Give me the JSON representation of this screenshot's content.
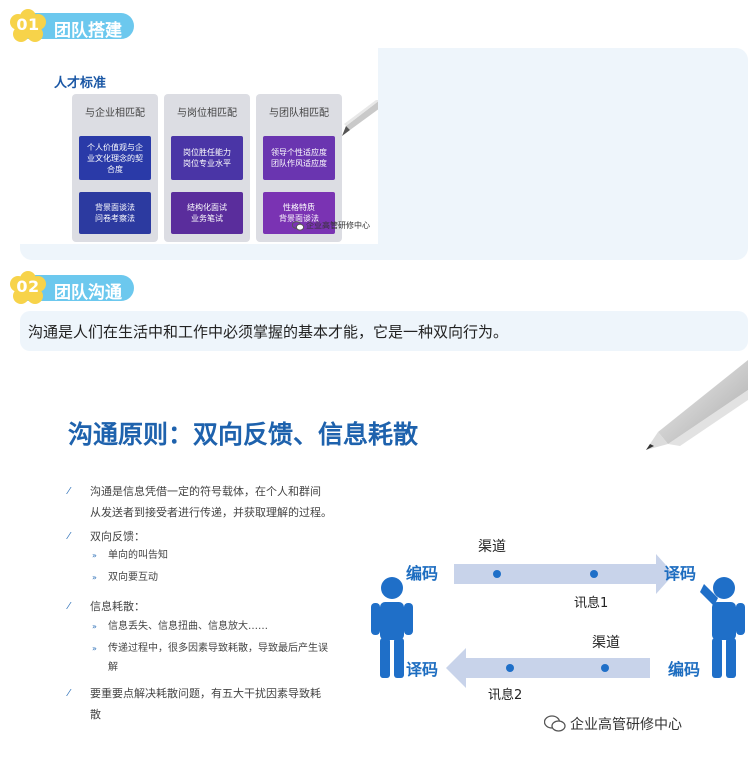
{
  "section1": {
    "number": "01",
    "title": "团队搭建",
    "slide": {
      "heading": "人才标准",
      "columns": [
        {
          "title": "与企业相匹配",
          "boxes": [
            [
              "个人价值观与企",
              "业文化理念的契",
              "合度"
            ],
            [
              "背景面谈法",
              "问卷考察法"
            ]
          ]
        },
        {
          "title": "与岗位相匹配",
          "boxes": [
            [
              "岗位胜任能力",
              "岗位专业水平"
            ],
            [
              "结构化面试",
              "业务笔试"
            ]
          ]
        },
        {
          "title": "与团队相匹配",
          "boxes": [
            [
              "领导个性适应度",
              "团队作风适应度"
            ],
            [
              "性格特质",
              "背景面谈法"
            ]
          ]
        }
      ],
      "watermark": "企业高管研修中心"
    }
  },
  "section2": {
    "number": "02",
    "title": "团队沟通",
    "text": "沟通是人们在生活中和工作中必须掌握的基本才能，它是一种双向行为。"
  },
  "slide2": {
    "title": "沟通原则：双向反馈、信息耗散",
    "bullets": [
      {
        "lines": [
          "沟通是信息凭借一定的符号载体，在个人和群间",
          "从发送者到接受者进行传递，并获取理解的过程。"
        ]
      },
      {
        "lines": [
          "双向反馈："
        ],
        "subs": [
          [
            "单向的叫告知"
          ],
          [
            "双向要互动"
          ]
        ]
      },
      {
        "lines": [
          "信息耗散："
        ],
        "subs": [
          [
            "信息丢失、信息扭曲、信息放大……"
          ],
          [
            "传递过程中，很多因素导致耗散，导致最后产生误",
            "解"
          ]
        ]
      },
      {
        "lines": [
          "要重要点解决耗散问题，有五大干扰因素导致耗",
          "散"
        ]
      }
    ],
    "diagram": {
      "top_left": "编码",
      "top_right": "译码",
      "bottom_left": "译码",
      "bottom_right": "编码",
      "channel_top": "渠道",
      "channel_bottom": "渠道",
      "message1": "讯息1",
      "message2": "讯息2"
    },
    "watermark": "企业高管研修中心"
  },
  "colors": {
    "pill": "#6cc8ee",
    "flower": "#f7d34a",
    "panel_bg": "#eef5fb",
    "title_blue": "#1e62ad",
    "box_dark_blue": "#2a3aa8",
    "box_purple": "#5a2d9c",
    "box_violet": "#7a33b3",
    "person_blue": "#1f6fc8",
    "arrow_fill": "#c8d3ea"
  }
}
